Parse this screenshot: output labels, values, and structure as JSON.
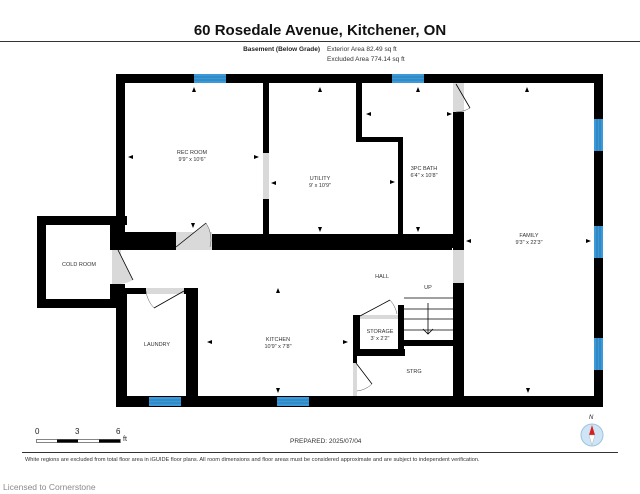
{
  "header": {
    "title": "60 Rosedale Avenue, Kitchener, ON",
    "level_label": "Basement (Below Grade)",
    "exterior_area": "Exterior Area 82.49 sq ft",
    "excluded_area": "Excluded Area 774.14 sq ft"
  },
  "rooms": [
    {
      "name": "REC ROOM",
      "dims": "9'9\" x 10'6\""
    },
    {
      "name": "UTILITY",
      "dims": "9' x 10'9\""
    },
    {
      "name": "3PC BATH",
      "dims": "6'4\" x 10'8\""
    },
    {
      "name": "FAMILY",
      "dims": "9'3\" x 22'3\""
    },
    {
      "name": "COLD ROOM",
      "dims": ""
    },
    {
      "name": "HALL",
      "dims": ""
    },
    {
      "name": "UP",
      "dims": ""
    },
    {
      "name": "LAUNDRY",
      "dims": ""
    },
    {
      "name": "KITCHEN",
      "dims": "10'9\" x 7'8\""
    },
    {
      "name": "STORAGE",
      "dims": "3' x 2'2\""
    },
    {
      "name": "STRG",
      "dims": ""
    }
  ],
  "scale_bar": {
    "ticks": [
      "0",
      "3",
      "6"
    ],
    "unit": "ft"
  },
  "compass": {
    "label": "N"
  },
  "footer": {
    "prepared": "PREPARED: 2025/07/04",
    "disclaimer": "White regions are excluded from total floor area in iGUIDE floor plans. All room dimensions and floor areas must be considered approximate and are subject to independent verification.",
    "license": "Licensed to Cornerstone"
  },
  "colors": {
    "wall": "#000000",
    "window": "#3a9ad9",
    "door_swing": "#d9d9d9"
  }
}
